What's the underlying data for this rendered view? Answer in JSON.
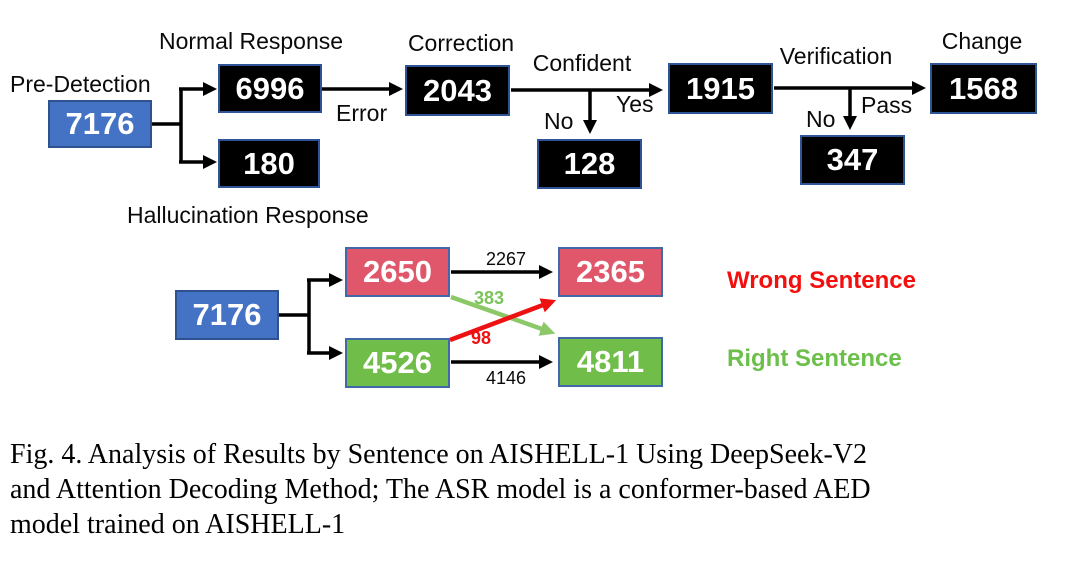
{
  "top_flow": {
    "pre_detection_label": "Pre-Detection",
    "root_value": "7176",
    "normal_label": "Normal Response",
    "normal_value": "6996",
    "hallucination_value": "180",
    "error_label": "Error",
    "correction_label": "Correction",
    "correction_value": "2043",
    "confident_label": "Confident",
    "no_label_1": "No",
    "yes_label": "Yes",
    "not_confident_value": "128",
    "confident_value": "1915",
    "verification_label": "Verification",
    "no_label_2": "No",
    "pass_label": "Pass",
    "failed_verification_value": "347",
    "change_label": "Change",
    "change_value": "1568"
  },
  "bottom_flow": {
    "section_label": "Hallucination Response",
    "root_value": "7176",
    "wrong_before_value": "2650",
    "right_before_value": "4526",
    "wrong_after_value": "2365",
    "right_after_value": "4811",
    "wrong_to_wrong_count": "2267",
    "wrong_to_right_count": "383",
    "right_to_wrong_count": "98",
    "right_to_right_count": "4146",
    "wrong_legend": "Wrong Sentence",
    "right_legend": "Right Sentence"
  },
  "caption": {
    "lines": [
      "Fig. 4.  Analysis of Results by Sentence on AISHELL-1 Using DeepSeek-V2",
      "and Attention Decoding Method; The ASR model is a conformer-based AED",
      "model trained on AISHELL-1"
    ]
  },
  "colors": {
    "blue_node": "#4472C4",
    "black_node": "#000000",
    "red_node": "#E0566A",
    "green_node": "#70BE49",
    "node_border_blue": "#2F5496",
    "black_arrow": "#000000",
    "green_arrow": "#8DC868",
    "red_arrow": "#EE1111",
    "wrong_text": "#F40F0F",
    "right_text": "#6CBF4B"
  }
}
